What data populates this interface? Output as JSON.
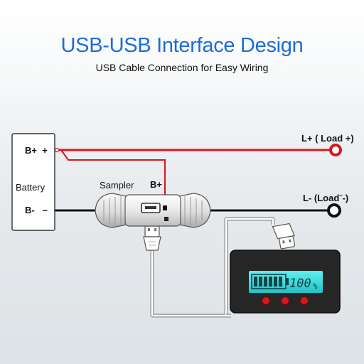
{
  "header": {
    "title": "USB-USB Interface Design",
    "subtitle": "USB Cable Connection for Easy Wiring"
  },
  "battery": {
    "label": "Battery",
    "pos_terminal": "B+  +",
    "neg_terminal": "B-   –"
  },
  "sampler": {
    "label": "Sampler",
    "b_plus_label": "B+"
  },
  "load": {
    "pos_label": "L+ ( Load +)",
    "neg_label": "L- (Loadˉ-)"
  },
  "display": {
    "reading": "100",
    "unit": "%"
  },
  "colors": {
    "positive_wire": "#d8161c",
    "negative_wire": "#111111",
    "title": "#1f6bd6",
    "lcd": "#39d8dc",
    "buttons": "#d8161c"
  },
  "icons": [
    "usb-plug-icon",
    "ring-terminal-icon",
    "battery-level-icon"
  ]
}
